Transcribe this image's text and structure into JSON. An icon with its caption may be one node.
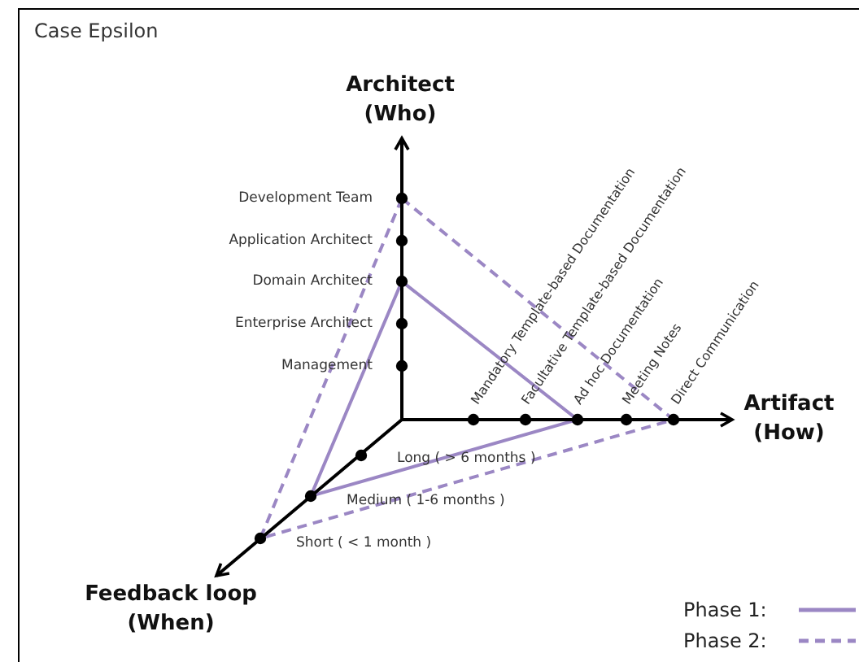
{
  "diagram": {
    "title": "Case Epsilon",
    "labels": [
      "Architect (Who)",
      "Development Team",
      "Application Architect",
      "Domain Architect",
      "Enterprise Architect",
      "Management",
      "Mandatory Template-based Documentation",
      "Facultative Template-based Documentation",
      "Ad hoc Documentation",
      "Meeting Notes",
      "Direct Communication",
      "Artifact (How)",
      "Long ( > 6 months )",
      "Medium ( 1-6 months )",
      "Short ( < 1 month )",
      "Feedback loop (When)"
    ],
    "legend": [
      {
        "text": "Phase 1:"
      },
      {
        "text": "Phase 2:"
      }
    ]
  }
}
